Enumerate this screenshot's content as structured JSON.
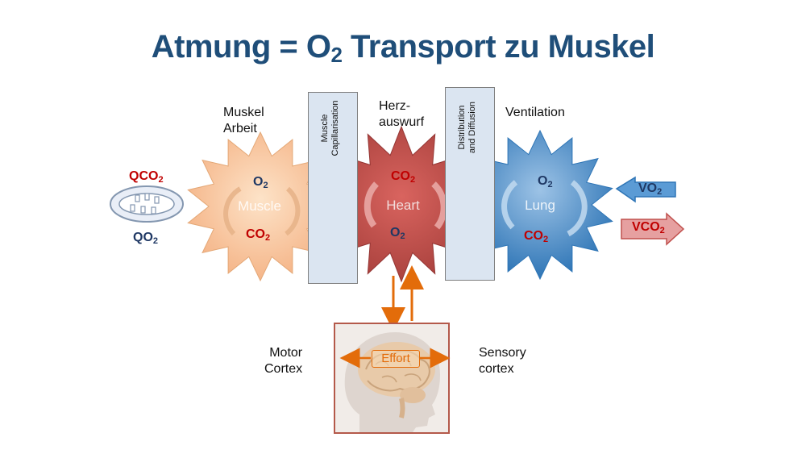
{
  "title": {
    "prefix": "Atmung = O",
    "sub": "2",
    "suffix": " Transport zu Muskel"
  },
  "labels": {
    "muscle_work": [
      "Muskel",
      "Arbeit"
    ],
    "cardiac_output": [
      "Herz-",
      "auswurf"
    ],
    "ventilation": "Ventilation",
    "motor_cortex": [
      "Motor",
      "Cortex"
    ],
    "sensory_cortex": [
      "Sensory",
      "cortex"
    ],
    "capillarisation": [
      "Muscle",
      "Capillarisation"
    ],
    "distribution": [
      "Distribution",
      "and Diffusion"
    ],
    "effort": "Effort"
  },
  "organs": {
    "muscle": "Muscle",
    "heart": "Heart",
    "lung": "Lung"
  },
  "chem": {
    "qco2": {
      "base": "QCO",
      "sub": "2"
    },
    "qo2": {
      "base": "QO",
      "sub": "2"
    },
    "o2": {
      "base": "O",
      "sub": "2"
    },
    "co2": {
      "base": "CO",
      "sub": "2"
    },
    "vo2": {
      "base": "VO",
      "sub": "2"
    },
    "vco2": {
      "base": "VCO",
      "sub": "2"
    }
  },
  "colors": {
    "title": "#1f4e79",
    "muscle": "#f9c89b",
    "heart": "#c0504d",
    "lung": "#5b9bd5",
    "co2_text": "#c00000",
    "o2_text": "#1f3864",
    "orange_arrow": "#e36c0a"
  }
}
